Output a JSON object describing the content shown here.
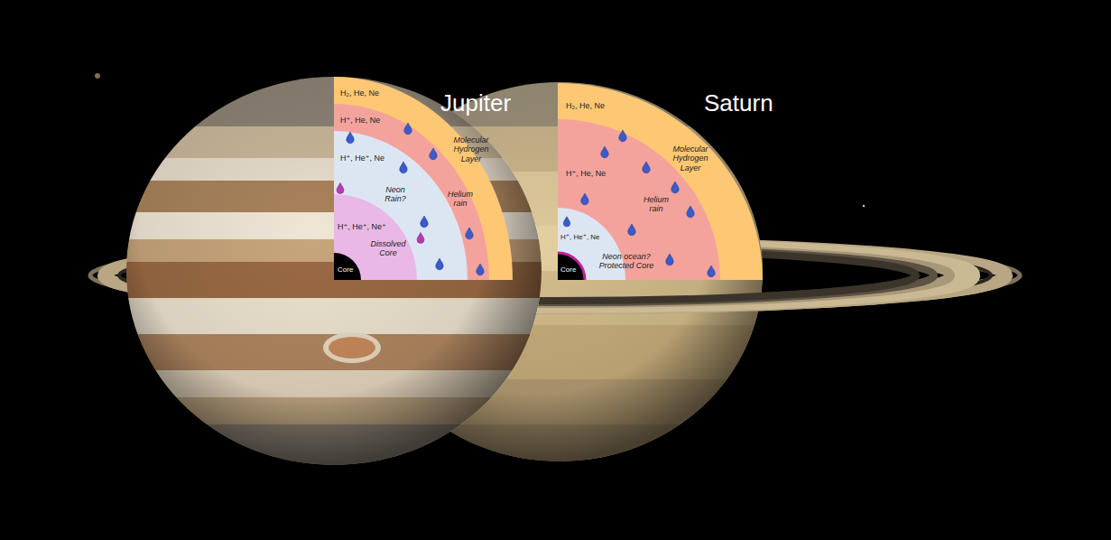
{
  "diagram": {
    "labels": [
      "Jupiter",
      "H₂, He, Ne",
      "H⁺, He, Ne",
      "H⁺, He⁺, Ne",
      "H⁺, He⁺, Ne⁺",
      "Neon Rain?",
      "Molecular Hydrogen Layer",
      "Helium rain",
      "Dissolved Core",
      "Core",
      "Saturn",
      "H₂, He, Ne",
      "H⁺, He, Ne",
      "Molecular Hydrogen Layer",
      "Helium rain",
      "H⁺, He⁺, Ne",
      "Neon ocean? Protected Core",
      "Core"
    ]
  }
}
